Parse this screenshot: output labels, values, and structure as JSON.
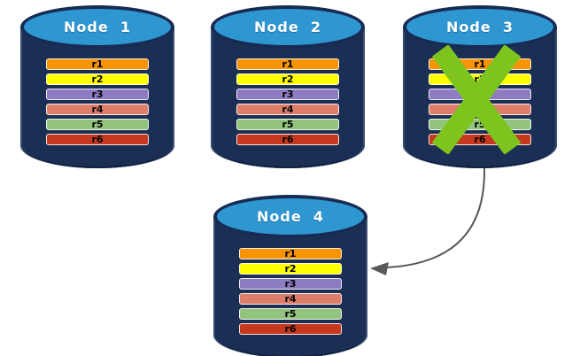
{
  "diagram": {
    "background_color": "#FFFFFF",
    "node_body_color": "#1B2E54",
    "node_top_color": "#2E96D1",
    "node_title_color": "#FFFFFF",
    "partition_label_color": "#000000",
    "nodes": [
      {
        "title": "Node  1",
        "failed": false,
        "partitions": [
          {
            "label": "r1",
            "color": "#F79400"
          },
          {
            "label": "r2",
            "color": "#FFFF00"
          },
          {
            "label": "r3",
            "color": "#8E7CC3"
          },
          {
            "label": "r4",
            "color": "#DD7E6B"
          },
          {
            "label": "r5",
            "color": "#93C47D"
          },
          {
            "label": "r6",
            "color": "#C6391F"
          }
        ]
      },
      {
        "title": "Node  2",
        "failed": false,
        "partitions": [
          {
            "label": "r1",
            "color": "#F79400"
          },
          {
            "label": "r2",
            "color": "#FFFF00"
          },
          {
            "label": "r3",
            "color": "#8E7CC3"
          },
          {
            "label": "r4",
            "color": "#DD7E6B"
          },
          {
            "label": "r5",
            "color": "#93C47D"
          },
          {
            "label": "r6",
            "color": "#C6391F"
          }
        ]
      },
      {
        "title": "Node  3",
        "failed": true,
        "partitions": [
          {
            "label": "r1",
            "color": "#F79400"
          },
          {
            "label": "r2",
            "color": "#FFFF00"
          },
          {
            "label": "r3",
            "color": "#8E7CC3"
          },
          {
            "label": "r4",
            "color": "#DD7E6B"
          },
          {
            "label": "r5",
            "color": "#93C47D"
          },
          {
            "label": "r6",
            "color": "#C6391F"
          }
        ]
      },
      {
        "title": "Node  4",
        "failed": false,
        "partitions": [
          {
            "label": "r1",
            "color": "#F79400"
          },
          {
            "label": "r2",
            "color": "#FFFF00"
          },
          {
            "label": "r3",
            "color": "#8E7CC3"
          },
          {
            "label": "r4",
            "color": "#DD7E6B"
          },
          {
            "label": "r5",
            "color": "#93C47D"
          },
          {
            "label": "r6",
            "color": "#C6391F"
          }
        ]
      }
    ],
    "failure_mark": {
      "shape": "x",
      "color": "#7EC41F",
      "on_node": "Node  3"
    },
    "arrow": {
      "color": "#595959",
      "from": "Node  3",
      "to": "Node  4"
    }
  }
}
